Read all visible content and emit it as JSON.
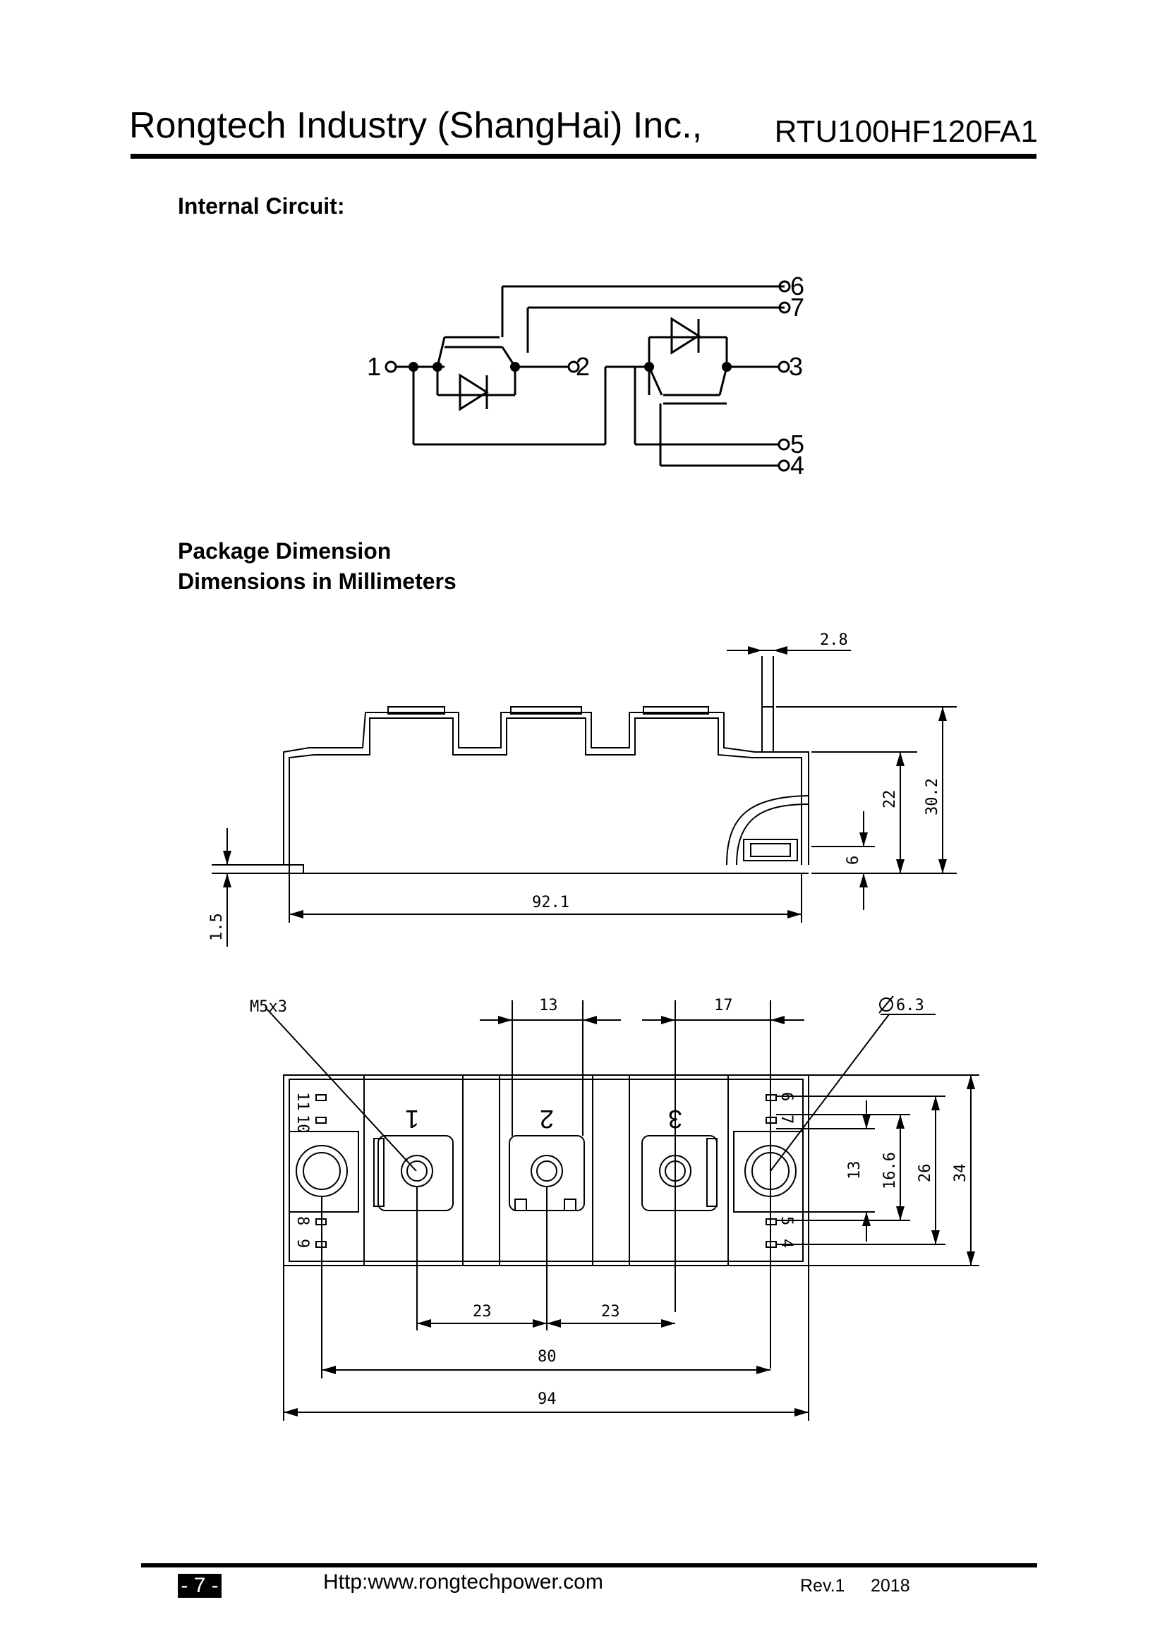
{
  "header": {
    "company": "Rongtech Industry (ShangHai) Inc.,",
    "model": "RTU100HF120FA1"
  },
  "internal_circuit": {
    "heading": "Internal Circuit:",
    "pins": {
      "p1": "1",
      "p2": "2",
      "p3": "3",
      "p4": "4",
      "p5": "5",
      "p6": "6",
      "p7": "7"
    }
  },
  "package": {
    "heading": "Package Dimension",
    "subheading": "Dimensions in Millimeters",
    "side_view": {
      "dim_2_8": "2.8",
      "dim_22": "22",
      "dim_30_2": "30.2",
      "dim_6": "6",
      "dim_92_1": "92.1",
      "dim_1_5": "1.5"
    },
    "top_view": {
      "m5x3": "M5x3",
      "dim_13_top": "13",
      "dim_17": "17",
      "dia_6_3": "6.3",
      "terminal_1": "1",
      "terminal_2": "2",
      "terminal_3": "3",
      "pin_11": "11",
      "pin_10": "10",
      "pin_8": "8",
      "pin_9": "9",
      "pin_6": "6",
      "pin_7": "7",
      "pin_5": "5",
      "pin_4": "4",
      "dim_13_right": "13",
      "dim_16_6": "16.6",
      "dim_26": "26",
      "dim_34": "34",
      "dim_23_left": "23",
      "dim_23_right": "23",
      "dim_80": "80",
      "dim_94": "94"
    }
  },
  "footer": {
    "page": "- 7 -",
    "website": "Http:www.rongtechpower.com",
    "rev": "Rev.1",
    "year": "2018"
  }
}
